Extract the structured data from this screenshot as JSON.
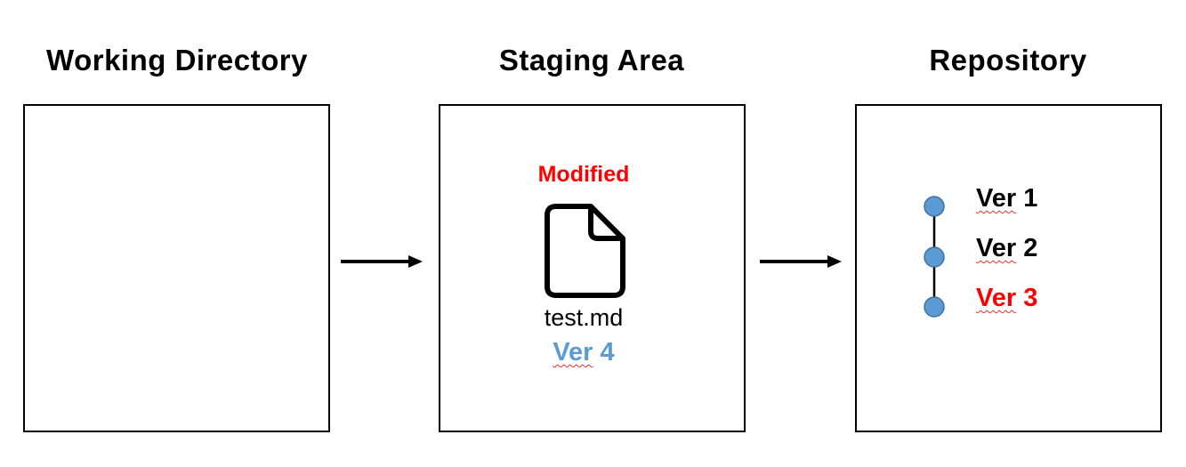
{
  "stages": {
    "working": {
      "title": "Working Directory"
    },
    "staging": {
      "title": "Staging Area",
      "status": "Modified",
      "status_color": "#ff0000",
      "file": {
        "icon": "document-icon",
        "name": "test.md",
        "version_prefix": "Ver",
        "version_number": "4",
        "version_color": "#5b9bd5"
      }
    },
    "repository": {
      "title": "Repository",
      "commits": [
        {
          "prefix": "Ver",
          "number": "1",
          "color": "#000000"
        },
        {
          "prefix": "Ver",
          "number": "2",
          "color": "#000000"
        },
        {
          "prefix": "Ver",
          "number": "3",
          "color": "#ff0000"
        }
      ],
      "commit_dot_color": "#5b9bd5"
    }
  }
}
